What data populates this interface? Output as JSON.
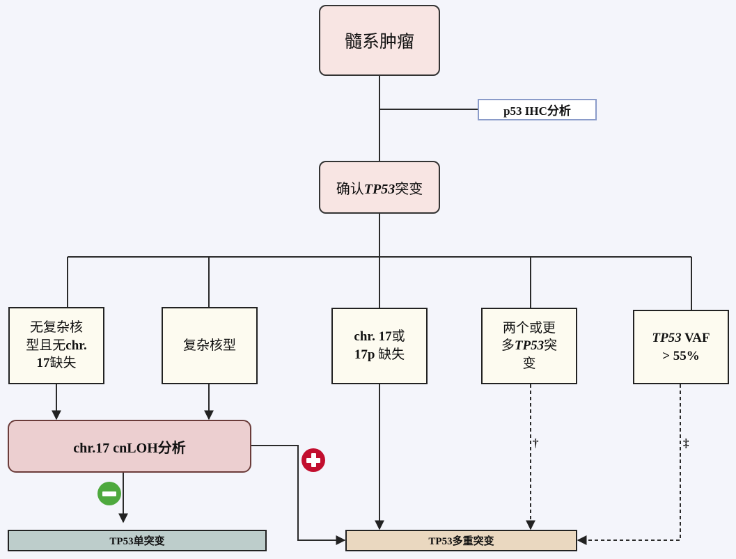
{
  "diagram": {
    "root": {
      "label": "髓系肿瘤"
    },
    "side_test": {
      "label": "p53 IHC分析"
    },
    "confirm": {
      "prefix": "确认",
      "gene": "TP53",
      "suffix": "突变"
    },
    "categories": [
      {
        "line1": "无复杂核",
        "line2_cn": "型且无",
        "line2_en": "chr.",
        "line3_en": "17",
        "line3_cn": "缺失"
      },
      {
        "label": "复杂核型"
      },
      {
        "line1_en": "chr. 17",
        "line1_cn": "或",
        "line2_en": "17p",
        "line2_cn": " 缺失"
      },
      {
        "line1": "两个或更",
        "line2_pre": "多",
        "line2_gene": "TP53",
        "line2_post": "突",
        "line3": "变"
      },
      {
        "line1_gene": "TP53",
        "line1_rest": " VAF",
        "line2": "> 55%"
      }
    ],
    "cnloh": {
      "label": "chr.17 cnLOH分析"
    },
    "outcomes": {
      "single": "TP53单突变",
      "multi": "TP53多重突变"
    },
    "badges": {
      "positive": "plus",
      "negative": "minus"
    },
    "footnote_marks": {
      "dagger": "†",
      "double_dagger": "‡"
    },
    "colors": {
      "root_fill": "#f8e5e3",
      "category_fill": "#fdfbf0",
      "cnloh_fill": "#eccfd0",
      "single_fill": "#bdcdcb",
      "multi_fill": "#ead8c0",
      "positive_badge": "#c20e2e",
      "negative_badge": "#4ea93e",
      "ihc_border": "#8a9bc9"
    }
  }
}
